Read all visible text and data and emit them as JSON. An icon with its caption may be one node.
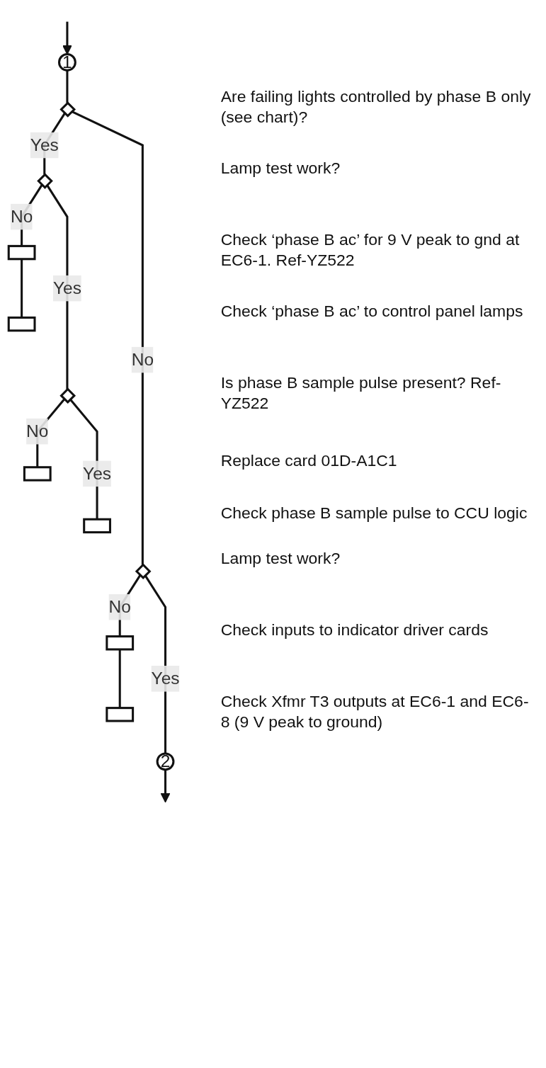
{
  "diagram": {
    "nodes": [
      {
        "text": [
          "1"
        ]
      },
      {
        "text": [],
        "shape": "diamond"
      },
      {
        "text": [],
        "shape": "diamond"
      },
      {
        "text": [],
        "shape": "box"
      },
      {
        "text": [],
        "shape": "box"
      },
      {
        "text": [],
        "shape": "diamond"
      },
      {
        "text": [],
        "shape": "box"
      },
      {
        "text": [],
        "shape": "box"
      },
      {
        "text": [],
        "shape": "diamond"
      },
      {
        "text": [],
        "shape": "box"
      },
      {
        "text": [],
        "shape": "box"
      },
      {
        "text": [
          "2"
        ]
      }
    ],
    "edges": [
      {
        "from": null,
        "to": 0,
        "arrow": "to"
      },
      {
        "from": 0,
        "to": 1,
        "arrow": "none"
      },
      {
        "from": 1,
        "to": 2,
        "arrow": "none",
        "label": "Yes"
      },
      {
        "from": 1,
        "to": 8,
        "arrow": "none",
        "label": "No"
      },
      {
        "from": 2,
        "to": 3,
        "arrow": "none",
        "label": "No"
      },
      {
        "from": 3,
        "to": 4,
        "arrow": "none"
      },
      {
        "from": 2,
        "to": 5,
        "arrow": "none",
        "label": "Yes"
      },
      {
        "from": 5,
        "to": 6,
        "arrow": "none",
        "label": "No"
      },
      {
        "from": 5,
        "to": 7,
        "arrow": "none",
        "label": "Yes"
      },
      {
        "from": 8,
        "to": 9,
        "arrow": "none",
        "label": "No"
      },
      {
        "from": 9,
        "to": 10,
        "arrow": "none"
      },
      {
        "from": 8,
        "to": 11,
        "arrow": "none",
        "label": "Yes"
      },
      {
        "from": 11,
        "to": null,
        "arrow": "to"
      }
    ],
    "labels": [
      "Are failing lights controlled by phase B only (see chart)?",
      "Lamp test work?",
      "Check ‘phase B ac’ for 9 V peak to gnd at EC6-1. Ref-YZ522",
      "Check ‘phase B ac’ to control panel lamps",
      "Is phase B sample pulse present? Ref-YZ522",
      "Replace card 01D-A1C1",
      "Check phase B sample pulse to CCU logic",
      "Lamp test work?",
      "Check inputs to indicator driver cards",
      "Check Xfmr T3 outputs at EC6-1 and EC6-8 (9 V peak to ground)"
    ]
  }
}
